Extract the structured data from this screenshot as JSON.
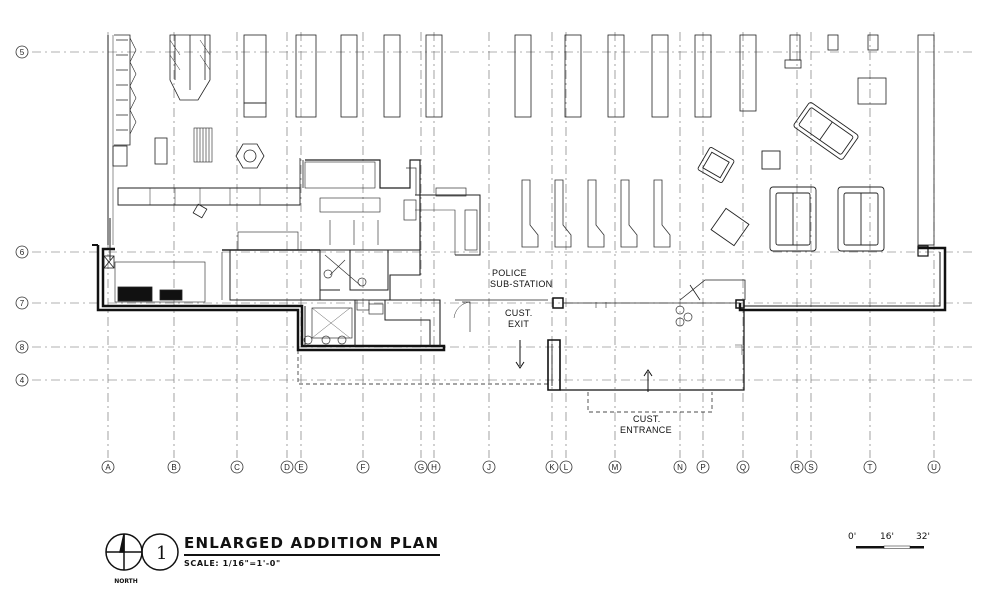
{
  "plan": {
    "title": "ENLARGED ADDITION PLAN",
    "scale_text": "SCALE: 1/16\"=1'-0\"",
    "north_label": "NORTH",
    "north_number": "1",
    "scale_bar": {
      "t0": "0'",
      "t1": "16'",
      "t2": "32'"
    }
  },
  "grid": {
    "columns": [
      "A",
      "B",
      "C",
      "D",
      "E",
      "F",
      "G",
      "H",
      "J",
      "K",
      "L",
      "M",
      "N",
      "P",
      "Q",
      "R",
      "S",
      "T",
      "U"
    ],
    "rows": [
      "5",
      "6",
      "7",
      "8",
      "4"
    ]
  },
  "labels": {
    "police_line1": "POLICE",
    "police_line2": "SUB-STATION",
    "exit_line1": "CUST.",
    "exit_line2": "EXIT",
    "entrance_line1": "CUST.",
    "entrance_line2": "ENTRANCE"
  }
}
